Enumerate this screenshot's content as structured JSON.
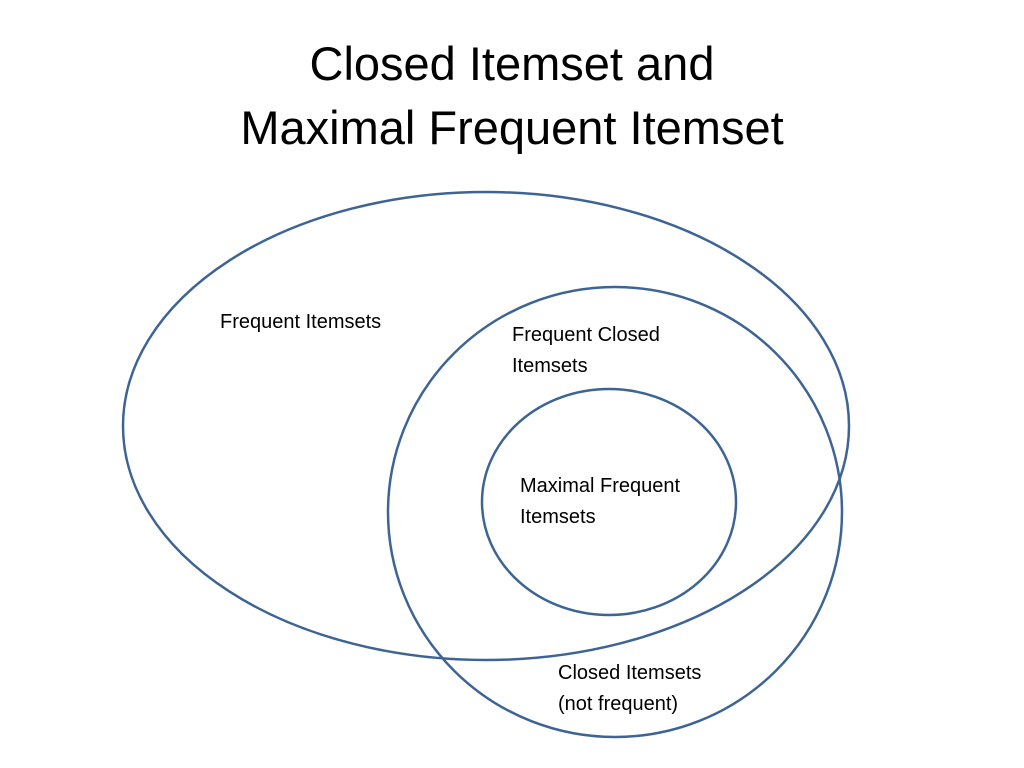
{
  "title": {
    "line1": "Closed Itemset and",
    "line2": "Maximal Frequent Itemset"
  },
  "colors": {
    "outline": "#3d6495",
    "text": "#000000",
    "background": "#ffffff"
  },
  "sets": {
    "frequent": {
      "label": "Frequent Itemsets"
    },
    "frequent_closed": {
      "label_line1": "Frequent Closed",
      "label_line2": "Itemsets"
    },
    "maximal": {
      "label_line1": "Maximal Frequent",
      "label_line2": "Itemsets"
    },
    "closed_not_frequent": {
      "label_line1": "Closed Itemsets",
      "label_line2": "(not frequent)"
    }
  }
}
